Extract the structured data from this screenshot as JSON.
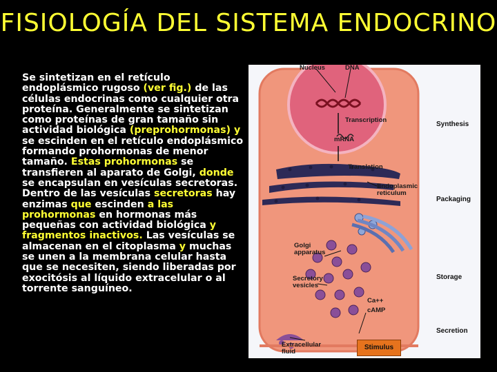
{
  "slide": {
    "title": "FISIOLOGÍA DEL SISTEMA ENDOCRINO",
    "paragraph": [
      {
        "t": "Se sintetizan en el retículo endoplásmico rugoso "
      },
      {
        "t": "(ver fig.)",
        "y": true
      },
      {
        "t": " de las células endocrinas como cualquier otra proteína. Generalmente se sintetizan como proteínas de gran tamaño sin actividad biológica "
      },
      {
        "t": "(preprohormonas)",
        "y": true
      },
      {
        "t": " "
      },
      {
        "t": "y",
        "y": true
      },
      {
        "t": " se escinden en el retículo endoplásmico formando prohormonas de menor tamaño. "
      },
      {
        "t": "Estas prohormonas",
        "y": true
      },
      {
        "t": " se transfieren al aparato de Golgi, "
      },
      {
        "t": "donde",
        "y": true
      },
      {
        "t": " se encapsulan en vesículas secretoras. Dentro de las vesículas "
      },
      {
        "t": "secretoras",
        "y": true
      },
      {
        "t": " hay enzimas "
      },
      {
        "t": "que",
        "y": true
      },
      {
        "t": " escinden "
      },
      {
        "t": "a las prohormonas",
        "y": true
      },
      {
        "t": " en hormonas más pequeñas con actividad biológica "
      },
      {
        "t": "y fragmentos inactivos.",
        "y": true
      },
      {
        "t": " Las vesículas se almacenan en el citoplasma "
      },
      {
        "t": "y",
        "y": true
      },
      {
        "t": " muchas se unen a la membrana celular hasta que se necesiten, siendo liberadas por exocitósis al líquido extracelular o al torrente sanguíneo."
      }
    ]
  },
  "figure": {
    "labels": {
      "nucleus": "Nucleus",
      "dna": "DNA",
      "transcription": "Transcription",
      "mrna": "mRNA",
      "translation": "Translation",
      "er": "Endoplasmic reticulum",
      "golgi": "Golgi apparatus",
      "vesicles": "Secretory vesicles",
      "ca": "Ca++",
      "camp": "cAMP",
      "extracellular": "Extracellular fluid",
      "stimulus": "Stimulus"
    },
    "stages": {
      "synthesis": "Synthesis",
      "packaging": "Packaging",
      "storage": "Storage",
      "secretion": "Secretion"
    }
  }
}
